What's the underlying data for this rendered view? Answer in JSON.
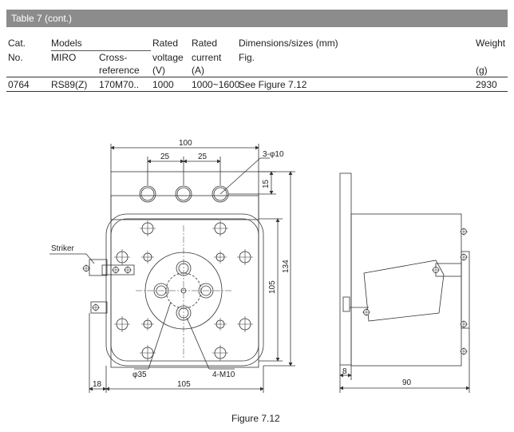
{
  "table": {
    "title": "Table 7 (cont.)",
    "headers": {
      "cat": [
        "Cat.",
        "No."
      ],
      "models": "Models",
      "miro": "MIRO",
      "cross": [
        "Cross-",
        "reference"
      ],
      "rated_voltage": [
        "Rated",
        "voltage",
        "(V)"
      ],
      "rated_current": [
        "Rated",
        "current",
        "(A)"
      ],
      "dimensions": "Dimensions/sizes (mm)",
      "fig": "Fig.",
      "weight": [
        "Weight",
        "(g)"
      ]
    },
    "row": {
      "cat": "0764",
      "miro": "RS89(Z)",
      "cross": "170M70..",
      "voltage": "1000",
      "current": "1000~1600",
      "fig": "See Figure  7.12",
      "weight": "2930"
    }
  },
  "drawing": {
    "dim_100": "100",
    "dim_25a": "25",
    "dim_25b": "25",
    "dim_holes": "3-φ10",
    "dim_15": "15",
    "dim_134": "134",
    "dim_105_v": "105",
    "dim_18": "18",
    "dim_105_h": "105",
    "dim_phi35": "φ35",
    "dim_m10": "4-M10",
    "striker": "Striker",
    "dim_8": "8",
    "dim_90": "90"
  },
  "caption": "Figure 7.12"
}
